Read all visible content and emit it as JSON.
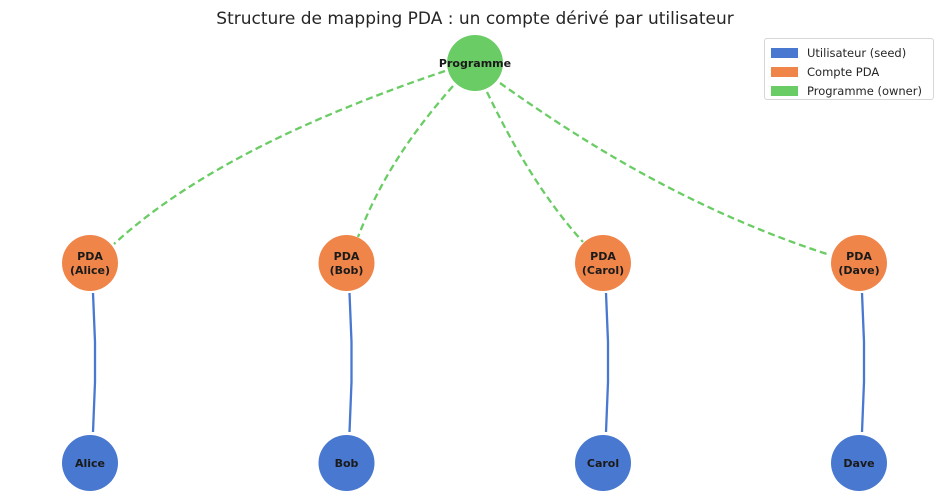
{
  "title": "Structure de mapping PDA : un compte dérivé par utilisateur",
  "colors": {
    "user": "#4878cf",
    "pda": "#f0854a",
    "program": "#6acc64"
  },
  "legend": [
    {
      "label": "Utilisateur (seed)",
      "color": "#4878cf"
    },
    {
      "label": "Compte PDA",
      "color": "#f0854a"
    },
    {
      "label": "Programme (owner)",
      "color": "#6acc64"
    }
  ],
  "program": {
    "label": "Programme"
  },
  "pdas": [
    {
      "label": [
        "PDA",
        "(Alice)"
      ]
    },
    {
      "label": [
        "PDA",
        "(Bob)"
      ]
    },
    {
      "label": [
        "PDA",
        "(Carol)"
      ]
    },
    {
      "label": [
        "PDA",
        "(Dave)"
      ]
    }
  ],
  "users": [
    {
      "label": "Alice"
    },
    {
      "label": "Bob"
    },
    {
      "label": "Carol"
    },
    {
      "label": "Dave"
    }
  ]
}
